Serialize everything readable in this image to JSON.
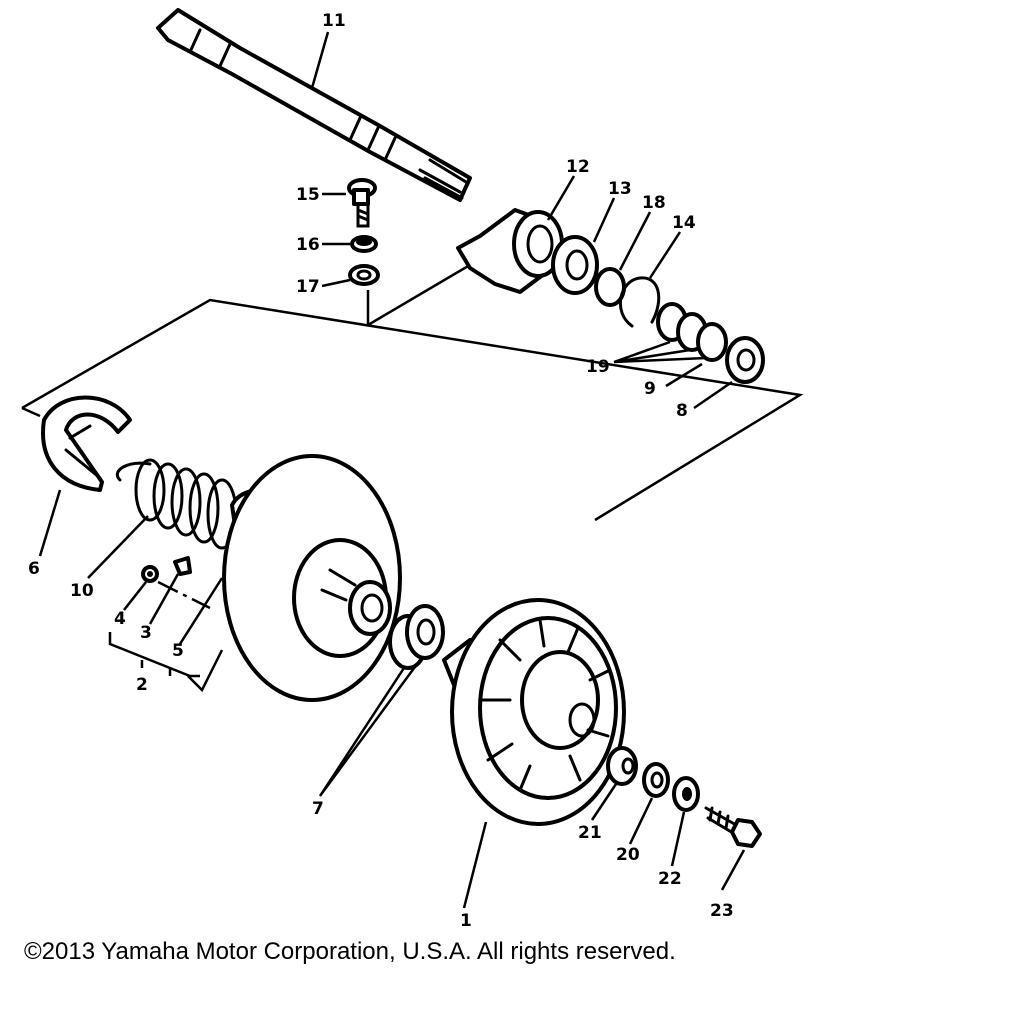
{
  "callouts": {
    "c1": "1",
    "c2": "2",
    "c3": "3",
    "c4": "4",
    "c5": "5",
    "c6": "6",
    "c7": "7",
    "c8": "8",
    "c9": "9",
    "c10": "10",
    "c11": "11",
    "c12": "12",
    "c13": "13",
    "c14": "14",
    "c15": "15",
    "c16": "16",
    "c17": "17",
    "c18": "18",
    "c19": "19",
    "c20": "20",
    "c21": "21",
    "c22": "22",
    "c23": "23"
  },
  "footer": {
    "copyright": "©2013 Yamaha Motor Corporation, U.S.A. All rights reserved."
  },
  "colors": {
    "ink": "#000000",
    "paper": "#ffffff"
  }
}
